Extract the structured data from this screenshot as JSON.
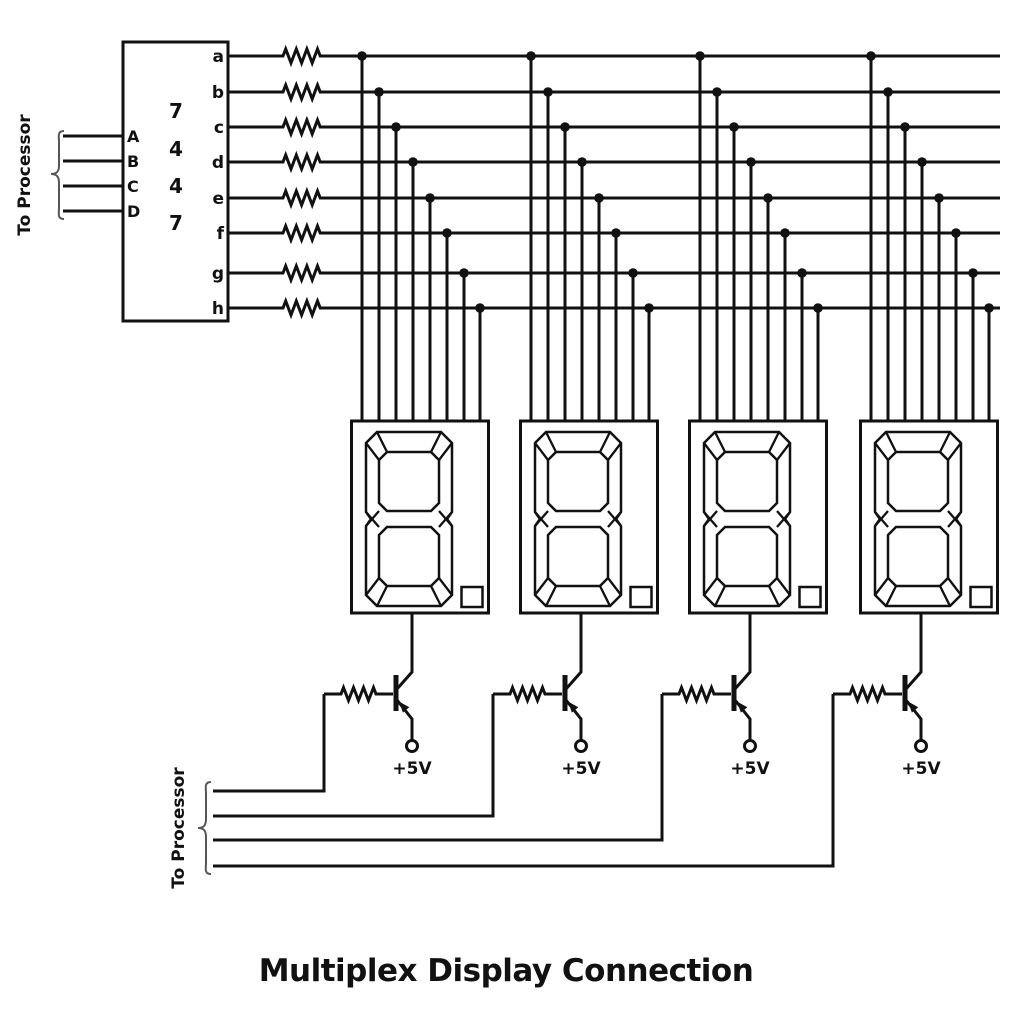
{
  "diagram": {
    "title": "Multiplex Display Connection",
    "colors": {
      "line": "#111111",
      "background": "#ffffff"
    },
    "decoder": {
      "chip_digits": [
        "7",
        "4",
        "4",
        "7"
      ],
      "bus_label": "To Processor",
      "input_pins": [
        "A",
        "B",
        "C",
        "D"
      ],
      "output_pins": [
        "a",
        "b",
        "c",
        "d",
        "e",
        "f",
        "g",
        "h"
      ]
    },
    "displays": {
      "count": 4
    },
    "drivers": {
      "count": 4,
      "bus_label": "To Processor",
      "supply_label": "+5V"
    }
  }
}
